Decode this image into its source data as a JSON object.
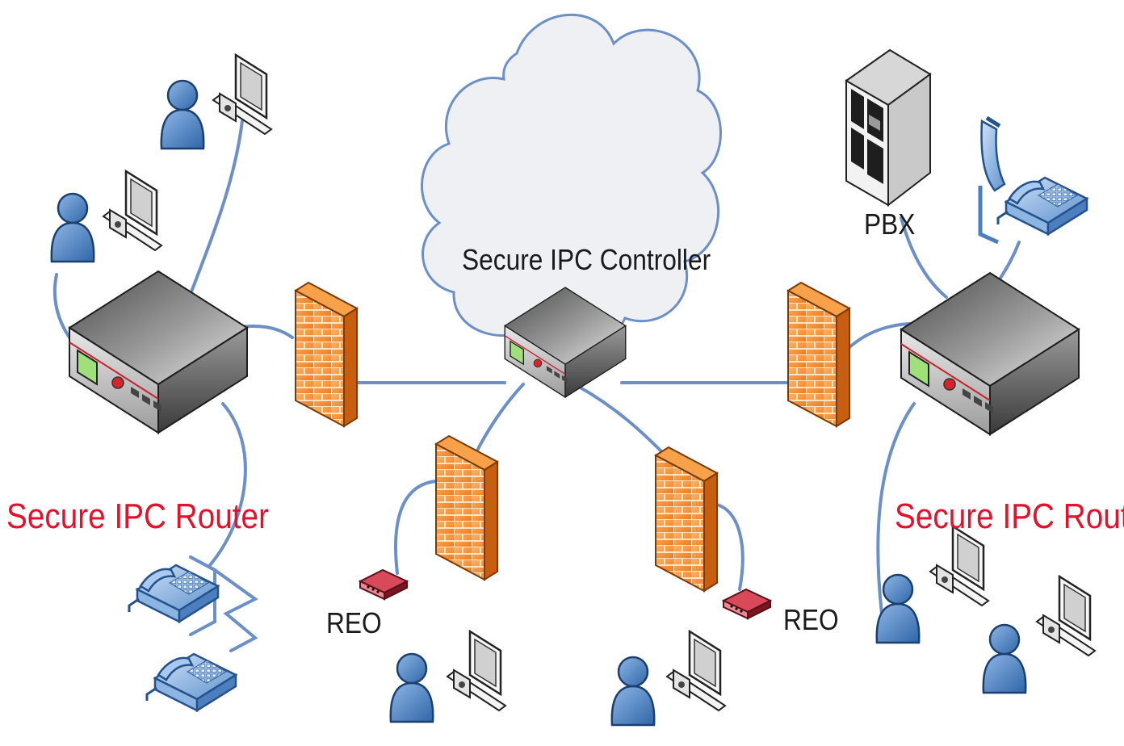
{
  "labels": {
    "controller": "Secure IPC Controller",
    "router_left": "Secure IPC Router",
    "router_right": "Secure IPC Router",
    "reo_left": "REO",
    "reo_right": "REO",
    "pbx": "PBX"
  },
  "colors": {
    "link": "#6b8fc7",
    "cloud_fill": "#eef0f4",
    "cloud_stroke": "#6b8fc7",
    "router_label": "#e3122a",
    "firewall": "#f58a2a",
    "user": "#5b8fcf"
  },
  "icons": {
    "router": "router-icon",
    "firewall": "firewall-icon",
    "user": "user-icon",
    "workstation": "workstation-icon",
    "phone": "desk-phone-icon",
    "pbx": "pbx-server-icon",
    "reo": "reo-modem-icon",
    "cloud": "cloud-icon"
  }
}
